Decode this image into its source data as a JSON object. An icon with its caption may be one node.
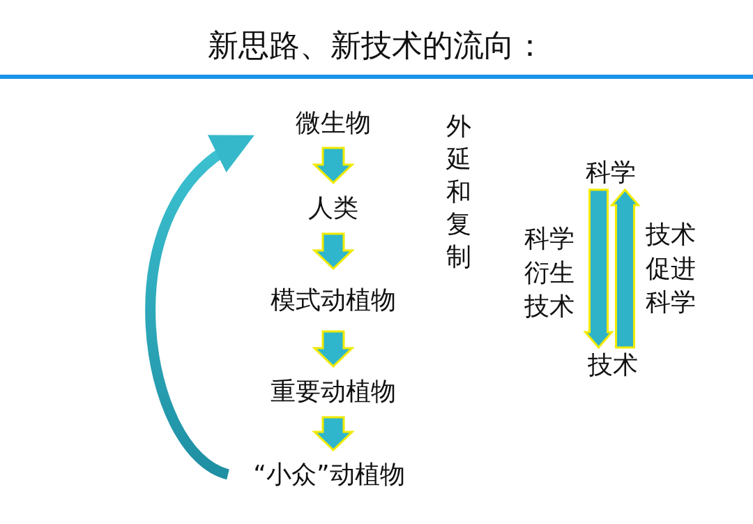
{
  "diagram": {
    "title": "新思路、新技术的流向：",
    "nodes": [
      {
        "text": [
          "微生物"
        ]
      },
      {
        "text": [
          "人类"
        ]
      },
      {
        "text": [
          "模式动植物"
        ]
      },
      {
        "text": [
          "重要动植物"
        ]
      },
      {
        "text": [
          "“小众”动植物"
        ]
      },
      {
        "text": [
          "科学"
        ]
      },
      {
        "text": [
          "技术"
        ]
      }
    ],
    "edges": [
      {
        "from": 0,
        "to": 1,
        "arrow": "to"
      },
      {
        "from": 1,
        "to": 2,
        "arrow": "to"
      },
      {
        "from": 2,
        "to": 3,
        "arrow": "to"
      },
      {
        "from": 3,
        "to": 4,
        "arrow": "to"
      },
      {
        "from": 4,
        "to": 0,
        "arrow": "to"
      },
      {
        "from": 5,
        "to": 6,
        "arrow": "to",
        "label": "科学衍生技术"
      },
      {
        "from": 6,
        "to": 5,
        "arrow": "to",
        "label": "技术促进科学"
      }
    ],
    "labels": [
      "外延和复制"
    ]
  }
}
